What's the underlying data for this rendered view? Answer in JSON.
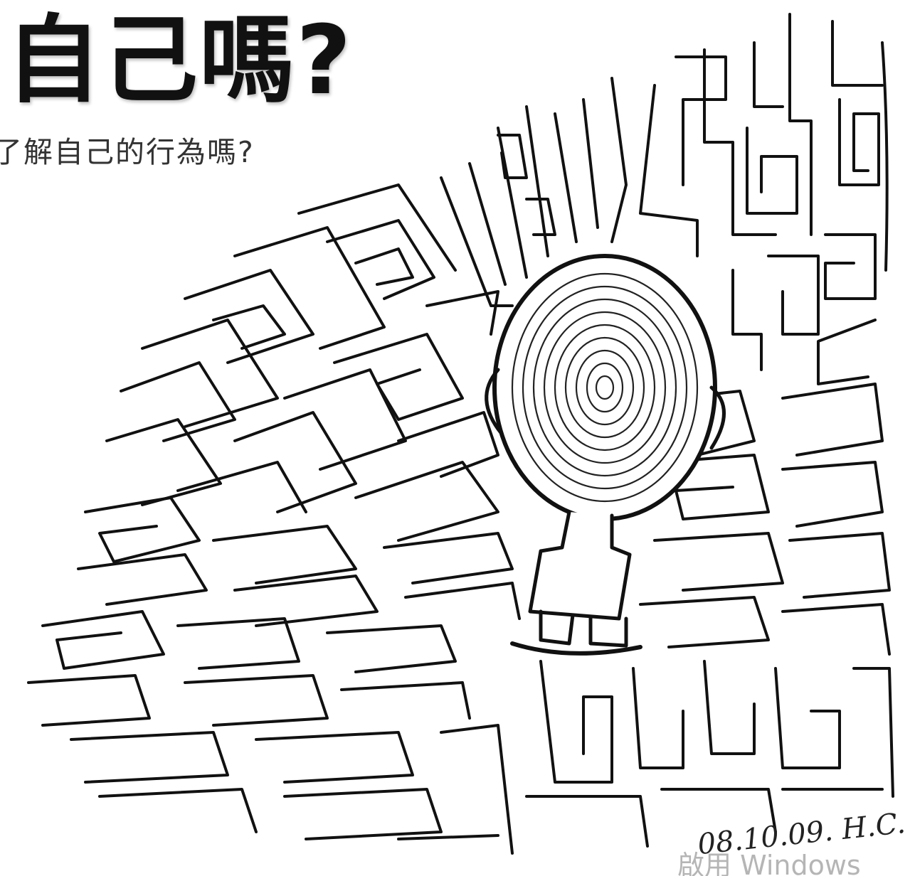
{
  "slide": {
    "title": "自己嗎?",
    "subtitle": "了解自己的行為嗎?",
    "signature": "08.10.09. H.C.",
    "watermark": "啟用 Windows"
  },
  "illustration": {
    "subject": "child-in-maze",
    "ink_color": "#111111",
    "background_color": "#ffffff"
  }
}
